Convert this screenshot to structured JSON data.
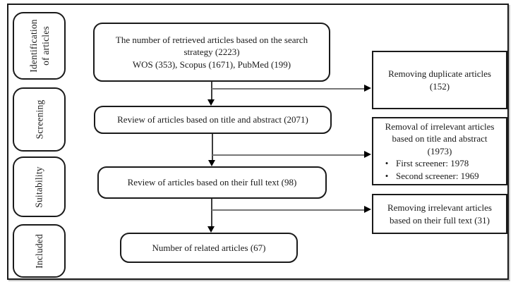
{
  "figure": {
    "type": "prisma-flow-diagram",
    "background": "#ffffff",
    "border_color": "#1a1a1a",
    "line_color": "#767676",
    "arrow_color": "#000000"
  },
  "sidebar": {
    "stages": [
      {
        "label": "Identification\nof articles"
      },
      {
        "label": "Screening"
      },
      {
        "label": "Suitability"
      },
      {
        "label": "Included"
      }
    ]
  },
  "flow": {
    "main_boxes": [
      {
        "text": "The number of retrieved articles based on the search\nstrategy (2223)\nWOS (353), Scopus (1671), PubMed (199)"
      },
      {
        "text": "Review of articles based on title and abstract (2071)"
      },
      {
        "text": "Review of articles based on their full text (98)"
      },
      {
        "text": "Number of related articles (67)"
      }
    ],
    "side_boxes": [
      {
        "text": "Removing duplicate articles\n(152)"
      },
      {
        "text": "Removal of irrelevant articles\nbased on title and abstract\n(1973)",
        "bullets": [
          "First screener: 1978",
          "Second screener: 1969"
        ]
      },
      {
        "text": "Removing irrelevant articles\nbased on their full text (31)"
      }
    ]
  },
  "ui": {
    "bullet_glyph": "•"
  }
}
